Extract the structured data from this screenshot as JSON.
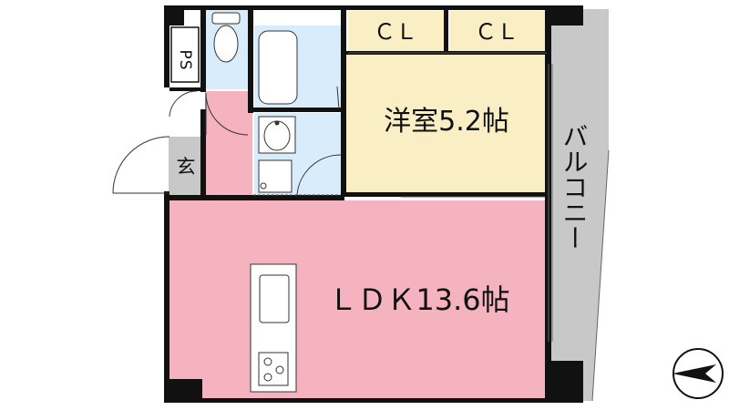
{
  "rooms": {
    "ps": "PS",
    "closet_left": "ＣＬ",
    "closet_right": "ＣＬ",
    "western_room": "洋室5.2帖",
    "entrance": "玄",
    "ldk": "ＬＤＫ13.6帖",
    "balcony": "バルコニー"
  },
  "colors": {
    "ldk_fill": "#f5b3bf",
    "western_fill": "#faeec5",
    "wet_area_fill": "#d8ecfb",
    "balcony_fill": "#c8c8c8",
    "entrance_fill": "#c8c8c8",
    "wall": "#111111"
  },
  "icons": {
    "compass": "north-arrow-icon",
    "toilet": "toilet-icon",
    "bathtub": "bathtub-icon",
    "sink": "washbasin-icon",
    "stove": "stove-icon"
  }
}
